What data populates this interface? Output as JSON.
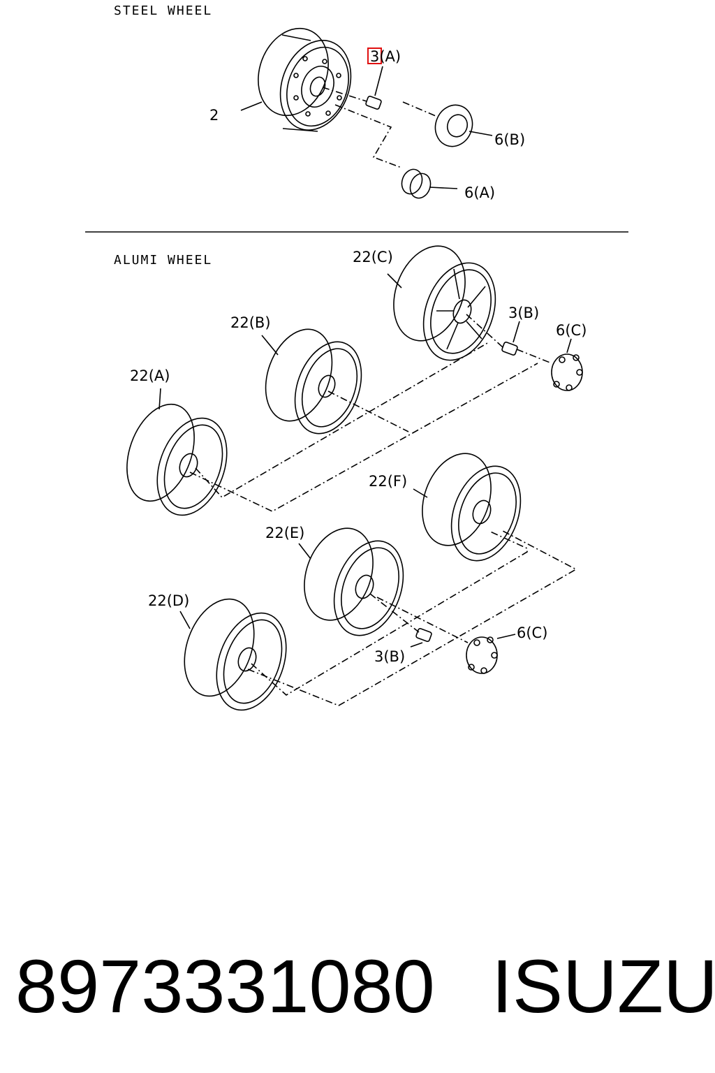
{
  "sections": {
    "steel_title": "STEEL WHEEL",
    "alumi_title": "ALUMI WHEEL"
  },
  "callouts": {
    "c2": "2",
    "c3a": "3(A)",
    "c6b": "6(B)",
    "c6a": "6(A)",
    "c22c": "22(C)",
    "c3b_top": "3(B)",
    "c6c_top": "6(C)",
    "c22b": "22(B)",
    "c22a": "22(A)",
    "c22f": "22(F)",
    "c22e": "22(E)",
    "c22d": "22(D)",
    "c6c_bottom": "6(C)",
    "c3b_bottom": "3(B)"
  },
  "highlight_color": "#e01010",
  "footer": {
    "part_number": "8973331080",
    "brand": "ISUZU"
  }
}
